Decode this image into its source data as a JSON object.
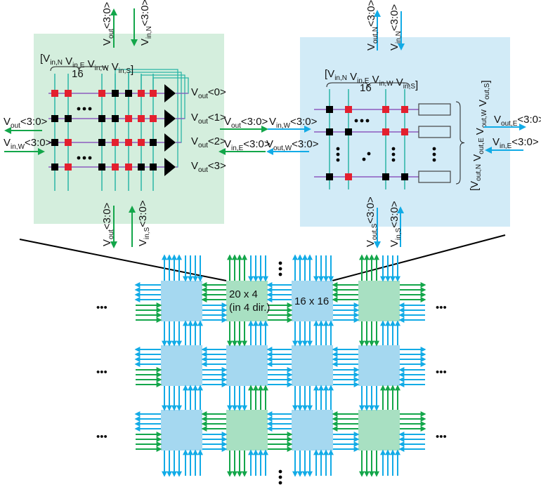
{
  "colors": {
    "green_panel": "#d4eedd",
    "blue_panel": "#d2ebf7",
    "green_cell": "#a8e0c2",
    "blue_cell": "#a5d8f0",
    "green_arrow": "#13a64a",
    "blue_arrow": "#12abe6",
    "wire_vertical": "#2bb5a6",
    "wire_horizontal": "#8c5bbf",
    "switch_on": "#e3202e",
    "switch_off": "#000000",
    "connector": "#000000"
  },
  "left_panel": {
    "type": "router cell (20 x 4)",
    "top_labels": [
      {
        "name": "vout-top",
        "base": "V",
        "sub": "out",
        "bus": "<3:0>",
        "direction": "up"
      },
      {
        "name": "vin-n",
        "base": "V",
        "sub": "in,N",
        "bus": "<3:0>",
        "direction": "down"
      }
    ],
    "bottom_labels": [
      {
        "name": "vout-bottom",
        "base": "V",
        "sub": "out",
        "bus": "<3:0>",
        "direction": "down"
      },
      {
        "name": "vin-s",
        "base": "V",
        "sub": "in,S",
        "bus": "<3:0>",
        "direction": "up"
      }
    ],
    "left_labels": [
      {
        "name": "vout-west",
        "base": "V",
        "sub": "out",
        "bus": "<3:0>",
        "direction": "left"
      },
      {
        "name": "vin-w",
        "base": "V",
        "sub": "in,W",
        "bus": "<3:0>",
        "direction": "right"
      }
    ],
    "input_vector": {
      "open": "[",
      "items": [
        {
          "base": "V",
          "sub": "in,N"
        },
        {
          "base": "V",
          "sub": "in,E"
        },
        {
          "base": "V",
          "sub": "in,W"
        },
        {
          "base": "V",
          "sub": "in,S"
        }
      ],
      "close": "]",
      "count": "16"
    },
    "outputs": [
      {
        "base": "V",
        "sub": "out",
        "bus": "<0>"
      },
      {
        "base": "V",
        "sub": "out",
        "bus": "<1>"
      },
      {
        "base": "V",
        "sub": "out",
        "bus": "<2>"
      },
      {
        "base": "V",
        "sub": "out",
        "bus": "<3>"
      }
    ],
    "switch_matrix": [
      [
        "on",
        "on",
        "on",
        "off",
        "off",
        "on",
        "on"
      ],
      [
        "off",
        "off",
        "off",
        "off",
        "on",
        "on",
        "on"
      ],
      [
        "off",
        "on",
        "off",
        "on",
        "on",
        "on",
        "off"
      ],
      [
        "off",
        "on",
        "off",
        "on",
        "on",
        "off",
        "off"
      ]
    ],
    "ellipsis": "•••"
  },
  "middle_labels": [
    {
      "name": "vout-east-of-left",
      "base": "V",
      "sub": "out",
      "bus": "<3:0>",
      "direction": "right",
      "color": "green"
    },
    {
      "name": "vin-w-of-right",
      "base": "V",
      "sub": "in,W",
      "bus": "<3:0>",
      "direction": "right",
      "color": "blue"
    },
    {
      "name": "vin-e-of-left",
      "base": "V",
      "sub": "in,E",
      "bus": "<3:0>",
      "direction": "left",
      "color": "green"
    },
    {
      "name": "vout-w-of-right",
      "base": "V",
      "sub": "out,W",
      "bus": "<3:0>",
      "direction": "left",
      "color": "blue"
    }
  ],
  "right_panel": {
    "type": "crossbar cell (16 x 16)",
    "top_labels": [
      {
        "name": "vout-n",
        "base": "V",
        "sub": "out,N",
        "bus": "<3:0>",
        "direction": "up"
      },
      {
        "name": "vin-n",
        "base": "V",
        "sub": "in,N",
        "bus": "<3:0>",
        "direction": "down"
      }
    ],
    "bottom_labels": [
      {
        "name": "vout-s",
        "base": "V",
        "sub": "out,S",
        "bus": "<3:0>",
        "direction": "down"
      },
      {
        "name": "vin-s",
        "base": "V",
        "sub": "in,S",
        "bus": "<3:0>",
        "direction": "up"
      }
    ],
    "right_labels": [
      {
        "name": "vout-e",
        "base": "V",
        "sub": "out,E",
        "bus": "<3:0>",
        "direction": "right"
      },
      {
        "name": "vin-e",
        "base": "V",
        "sub": "in,E",
        "bus": "<3:0>",
        "direction": "left"
      }
    ],
    "input_vector": {
      "open": "[",
      "items": [
        {
          "base": "V",
          "sub": "in,N"
        },
        {
          "base": "V",
          "sub": "in,E"
        },
        {
          "base": "V",
          "sub": "in,W"
        },
        {
          "base": "V",
          "sub": "in,S"
        }
      ],
      "close": "]",
      "count": "16"
    },
    "output_vector": {
      "open": "[",
      "items": [
        {
          "base": "V",
          "sub": "out,N"
        },
        {
          "base": "V",
          "sub": "out,E"
        },
        {
          "base": "V",
          "sub": "out,W"
        },
        {
          "base": "V",
          "sub": "out,S"
        }
      ],
      "close": "]"
    },
    "switch_matrix": [
      [
        "off",
        "on",
        "on",
        "on"
      ],
      [
        "off",
        "off",
        "on",
        "on"
      ],
      [
        "off",
        "on",
        "off",
        "off"
      ]
    ],
    "ellipsis": "•••"
  },
  "grid": {
    "rows": 3,
    "cols": 4,
    "cell_types": [
      [
        "blue",
        "green",
        "blue",
        "green"
      ],
      [
        "blue",
        "blue",
        "blue",
        "blue"
      ],
      [
        "blue",
        "green",
        "blue",
        "green"
      ]
    ],
    "edge_inputs": {
      "west": [
        "green",
        "green",
        "green"
      ],
      "east": [
        "blue",
        "blue",
        "blue"
      ],
      "north": [
        "blue",
        "blue",
        "blue",
        "blue"
      ],
      "south": [
        "blue",
        "blue",
        "blue",
        "blue"
      ]
    },
    "cell_labels": [
      {
        "row": 0,
        "col": 1,
        "lines": [
          "20 x 4",
          "(in 4 dir.)"
        ]
      },
      {
        "row": 0,
        "col": 2,
        "lines": [
          "16 x 16"
        ]
      }
    ],
    "ellipsis_h": "•••",
    "ellipsis_v": "⋮"
  }
}
